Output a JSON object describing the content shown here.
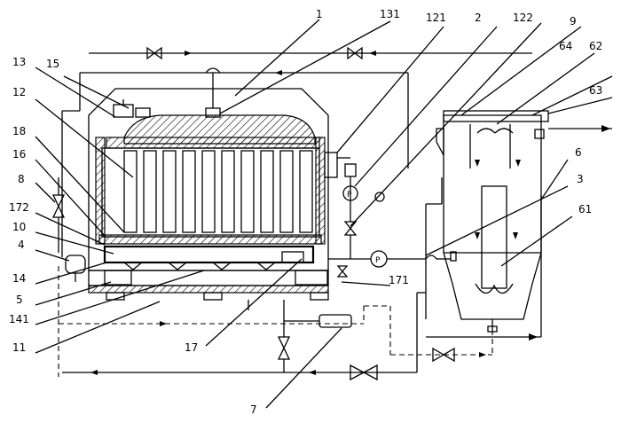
{
  "labels": {
    "l1": "1",
    "l131": "131",
    "l121": "121",
    "l2": "2",
    "l122": "122",
    "l9": "9",
    "l64": "64",
    "l62": "62",
    "l63": "63",
    "l13": "13",
    "l15": "15",
    "l12": "12",
    "l18": "18",
    "l16": "16",
    "l8": "8",
    "l172": "172",
    "l10": "10",
    "l4": "4",
    "l14": "14",
    "l5": "5",
    "l141": "141",
    "l11": "11",
    "l17": "17",
    "l7": "7",
    "l171": "171",
    "l6": "6",
    "l3": "3",
    "l61": "61"
  },
  "instruments": {
    "pump_symbol": "P"
  }
}
